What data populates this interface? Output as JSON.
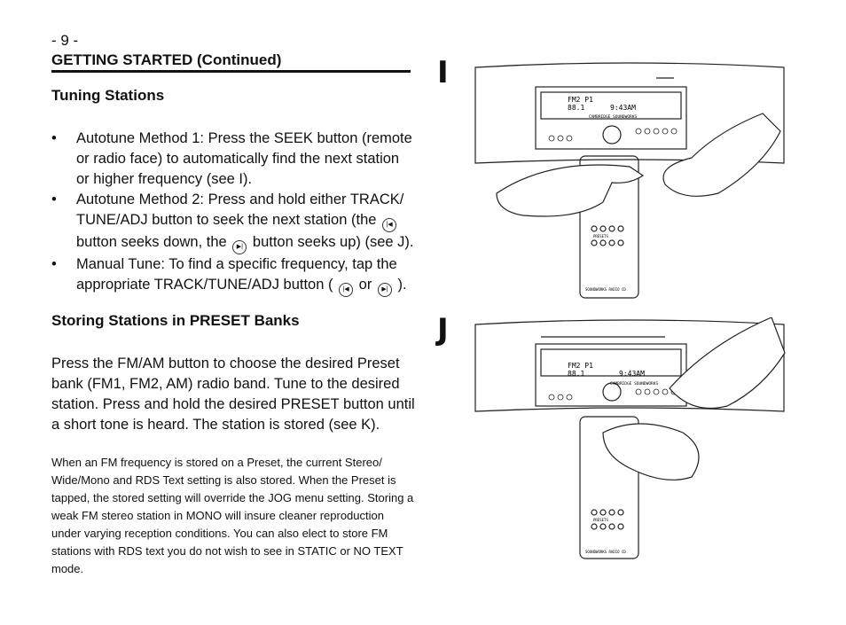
{
  "page": {
    "number": "- 9 -",
    "title": "GETTING STARTED (Continued)"
  },
  "tuning": {
    "heading": "Tuning Stations",
    "b1": "Autotune Method 1: Press the SEEK button (remote or radio face) to automatically find the next station or higher frequency (see I).",
    "b2a": "Autotune Method 2: Press and hold either TRACK/ TUNE/ADJ button to seek the next station (the",
    "b2b": "button seeks down, the",
    "b2c": "button seeks up) (see J).",
    "b3a": "Manual Tune: To find a specific frequency, tap the appropriate TRACK/TUNE/ADJ button (",
    "b3or": "or",
    "b3c": ")."
  },
  "storing": {
    "heading": "Storing Stations in PRESET Banks",
    "para": "Press the FM/AM button to choose the desired Preset bank (FM1, FM2, AM) radio band. Tune to the desired station. Press and hold the desired PRESET button until a short tone is heard. The station is stored (see K).",
    "note": "When an FM frequency is stored on a Preset, the current Stereo/ Wide/Mono and RDS Text setting is also stored.  When the Preset is tapped, the stored setting will override the JOG menu setting.  Storing a weak FM stereo station in MONO will insure cleaner reproduction under varying reception conditions.  You can also elect to store FM stations with RDS text you do not wish to see in STATIC or NO TEXT mode."
  },
  "figures": [
    {
      "label": "I",
      "display_line1": "FM2 P1",
      "display_line2": "88.1",
      "display_time": "9:43AM",
      "brand": "CAMBRIDGE SOUNDWORKS",
      "remote_presets": "PRESETS",
      "remote_brand": "SOUNDWORKS RADIO CD"
    },
    {
      "label": "J",
      "display_line1": "FM2 P1",
      "display_line2": "88.1",
      "display_time": "9:43AM",
      "brand": "CAMBRIDGE SOUNDWORKS",
      "remote_presets": "PRESETS",
      "remote_brand": "SOUNDWORKS RADIO CD"
    }
  ]
}
